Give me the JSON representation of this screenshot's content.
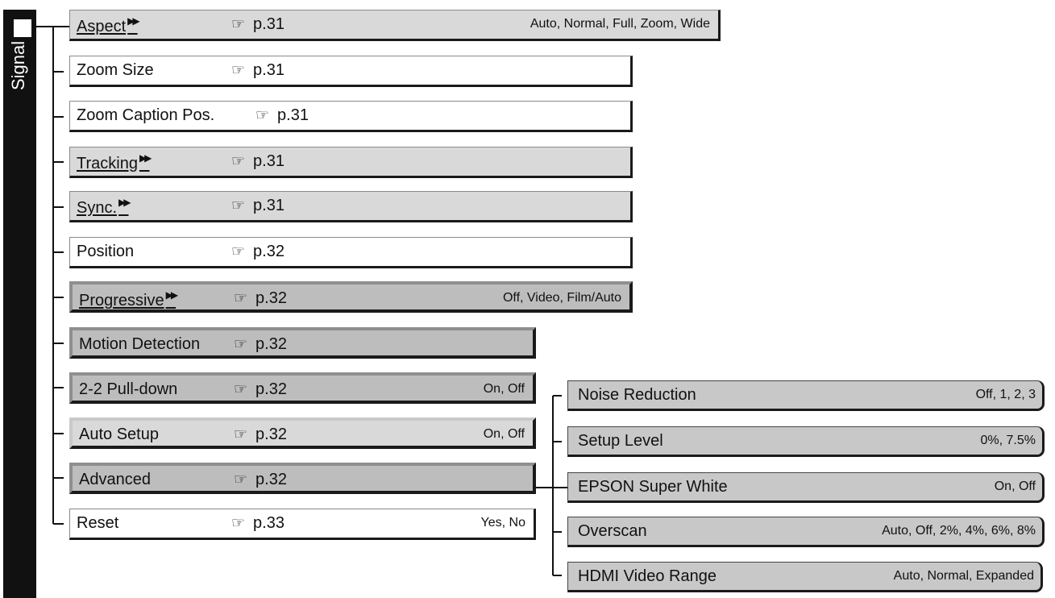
{
  "tab": {
    "label": "Signal"
  },
  "items": [
    {
      "label": "Aspect",
      "arrow": true,
      "ref": "p.31",
      "options": "Auto, Normal, Full, Zoom, Wide"
    },
    {
      "label": "Zoom Size",
      "arrow": false,
      "ref": "p.31",
      "options": ""
    },
    {
      "label": "Zoom Caption Pos.",
      "arrow": false,
      "ref": "p.31",
      "options": ""
    },
    {
      "label": "Tracking",
      "arrow": true,
      "ref": "p.31",
      "options": ""
    },
    {
      "label": "Sync.",
      "arrow": true,
      "ref": "p.31",
      "options": ""
    },
    {
      "label": "Position",
      "arrow": false,
      "ref": "p.32",
      "options": ""
    },
    {
      "label": "Progressive",
      "arrow": true,
      "ref": "p.32",
      "options": "Off, Video, Film/Auto"
    },
    {
      "label": "Motion Detection",
      "arrow": false,
      "ref": "p.32",
      "options": ""
    },
    {
      "label": "2-2 Pull-down",
      "arrow": false,
      "ref": "p.32",
      "options": "On, Off"
    },
    {
      "label": "Auto Setup",
      "arrow": false,
      "ref": "p.32",
      "options": "On, Off"
    },
    {
      "label": "Advanced",
      "arrow": false,
      "ref": "p.32",
      "options": ""
    },
    {
      "label": "Reset",
      "arrow": false,
      "ref": "p.33",
      "options": "Yes, No"
    }
  ],
  "advanced_items": [
    {
      "label": "Noise Reduction",
      "options": "Off, 1, 2, 3"
    },
    {
      "label": "Setup Level",
      "options": "0%, 7.5%"
    },
    {
      "label": "EPSON Super White",
      "options": "On, Off"
    },
    {
      "label": "Overscan",
      "options": "Auto, Off, 2%, 4%, 6%, 8%"
    },
    {
      "label": "HDMI Video Range",
      "options": "Auto, Normal, Expanded"
    }
  ],
  "icons": {
    "reference": "pointing-hand-icon",
    "glossary": "double-arrow-icon"
  }
}
